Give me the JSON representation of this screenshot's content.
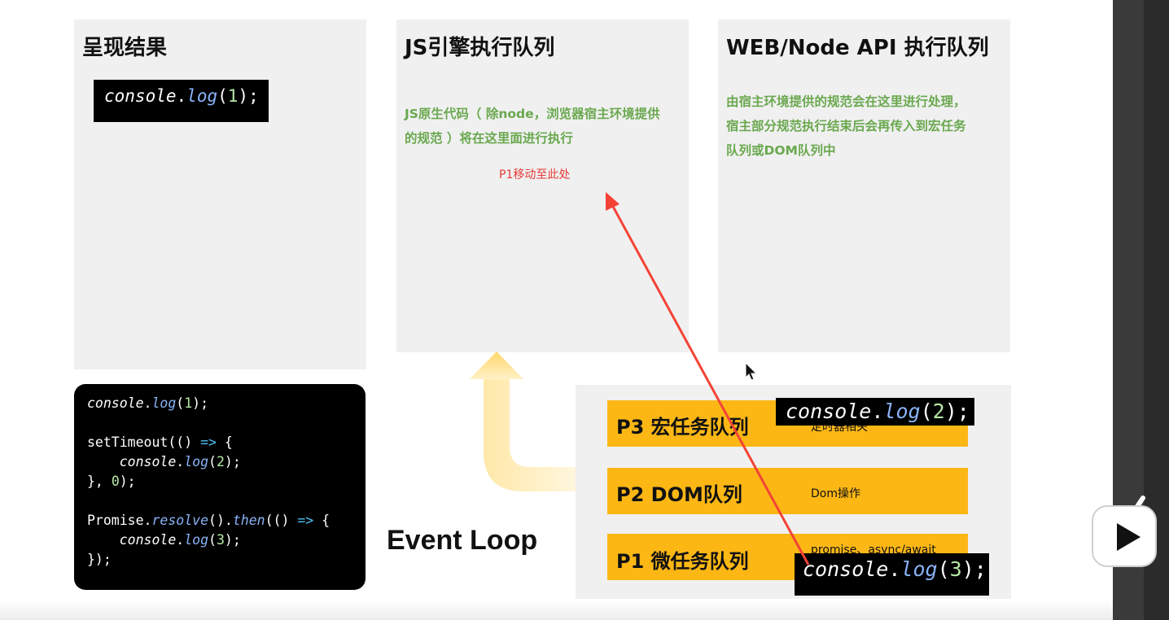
{
  "panels": {
    "result": {
      "title": "呈现结果"
    },
    "js_engine": {
      "title": "JS引擎执行队列",
      "desc_line1": "JS原生代码（ 除node，浏览器宿主环境提供",
      "desc_line2": "的规范 ）将在这里面进行执行",
      "moved_note": "P1移动至此处"
    },
    "web_api": {
      "title": "WEB/Node API 执行队列",
      "desc_line1": "由宿主环境提供的规范会在这里进行处理，",
      "desc_line2": "宿主部分规范执行结束后会再传入到宏任务",
      "desc_line3": "队列或DOM队列中"
    }
  },
  "result_code": {
    "obj": "console",
    "dot": ".",
    "fn": "log",
    "open": "(",
    "arg": "1",
    "close": ");"
  },
  "source_code": {
    "line1": {
      "obj": "console",
      "fn": "log",
      "arg": "1"
    },
    "line3": {
      "fn": "setTimeout",
      "arrow": "=>"
    },
    "line4": {
      "obj": "console",
      "fn": "log",
      "arg": "2"
    },
    "line5": {
      "prefix": "}, ",
      "arg": "0",
      "suffix": ");"
    },
    "line7": {
      "obj": "Promise",
      "fn1": "resolve",
      "fn2": "then",
      "arrow": "=>"
    },
    "line8": {
      "obj": "console",
      "fn": "log",
      "arg": "3"
    },
    "line9": "});"
  },
  "event_loop_label": "Event Loop",
  "queues": [
    {
      "label": "P3 宏任务队列",
      "note": "定时器相关"
    },
    {
      "label": "P2 DOM队列",
      "note": "Dom操作"
    },
    {
      "label": "P1 微任务队列",
      "note": "promise、async/await"
    }
  ],
  "chips": {
    "p3_chip": {
      "obj": "console",
      "fn": "log",
      "arg": "2"
    },
    "p1_chip": {
      "obj": "console",
      "fn": "log",
      "arg": "3"
    }
  },
  "colors": {
    "panel_bg": "#f0f0f0",
    "desc_green": "#6aa84f",
    "queue_yellow": "#fcb715",
    "arrow_red": "#f44336",
    "loop_arrow": "#ffe08a"
  },
  "icons": [
    "up-arrow-icon",
    "red-arrow-icon",
    "mouse-cursor-icon",
    "tv-icon"
  ]
}
